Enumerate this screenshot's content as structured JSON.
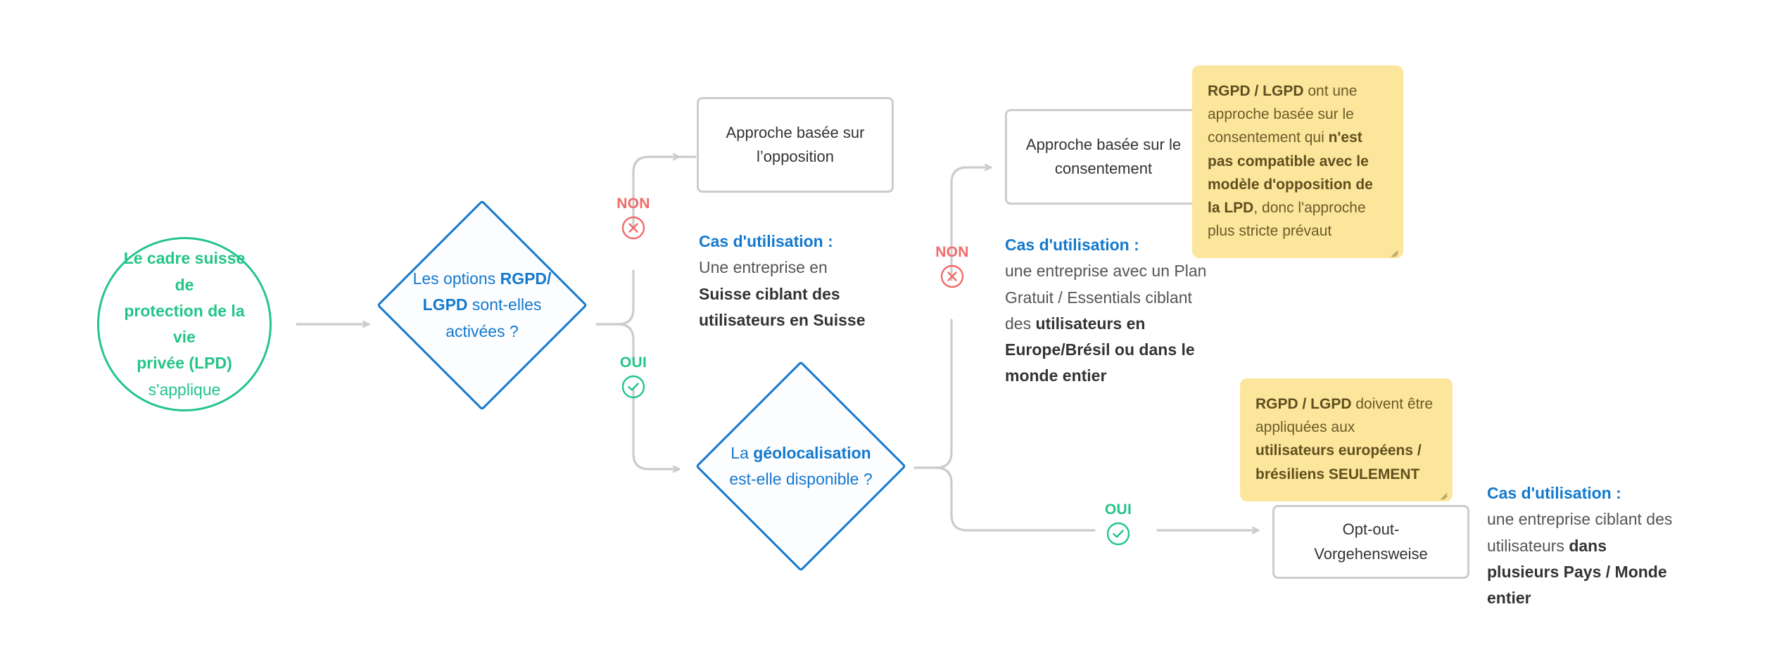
{
  "diagram": {
    "title": "Le cadre suisse de protection de la vie privee (LPD) s'applique",
    "colors": {
      "green": "#23C589",
      "blue": "#1379CE",
      "red": "#F26A6A",
      "note_yellow": "#FCE69B",
      "connector_gray": "#CCCCCC",
      "body_text": "#555555"
    }
  },
  "start": {
    "line1": "Le cadre suisse de",
    "line2": "protection de la vie",
    "line3": "privée (LPD)",
    "line4": "s'applique"
  },
  "decisions": {
    "options": {
      "text_plain_1": "Les options ",
      "text_bold_1": "RGPD/",
      "text_bold_2": "LGPD",
      "text_plain_2": " sont-elles",
      "text_plain_3": "activées ?"
    },
    "geolocation": {
      "text_plain_1": "La ",
      "text_bold_1": "géolocalisation",
      "text_plain_2": "est-elle disponible ?"
    }
  },
  "boxes": {
    "opposition": {
      "line1": "Approche basée sur",
      "line2": "l’opposition"
    },
    "consent": {
      "line1": "Approche basée sur le",
      "line2": "consentement"
    },
    "optout": {
      "line1": "Opt-out-",
      "line2": "Vorgehensweise"
    }
  },
  "branches": {
    "no_1": {
      "label": "NON",
      "icon": "x-circle-icon"
    },
    "yes_1": {
      "label": "OUI",
      "icon": "check-circle-icon"
    },
    "no_2": {
      "label": "NON",
      "icon": "x-circle-icon"
    },
    "yes_2": {
      "label": "OUI",
      "icon": "check-circle-icon"
    }
  },
  "usecases": {
    "opposition": {
      "heading": "Cas d'utilisation :",
      "plain_1": "Une entreprise en ",
      "bold_1": "Suisse ciblant des utilisateurs en Suisse"
    },
    "consent": {
      "heading": "Cas d'utilisation :",
      "plain_1": "une entreprise avec un Plan Gratuit / Essentials ciblant des ",
      "bold_1": "utilisateurs en Europe/Brésil ou dans le monde entier"
    },
    "optout": {
      "heading": "Cas d'utilisation :",
      "plain_1": "une entreprise ciblant des utilisateurs ",
      "bold_1": "dans plusieurs Pays / Monde entier"
    }
  },
  "notes": {
    "consent": {
      "bold_1": "RGPD / LGPD",
      "plain_1": " ont une approche basée sur le consentement qui ",
      "bold_2": "n'est pas compatible avec le modèle d'opposition de la LPD",
      "plain_2": ", donc l'approche plus stricte prévaut"
    },
    "optout": {
      "bold_1": "RGPD / LGPD",
      "plain_1": " doivent être appliquées aux ",
      "bold_2": "utilisateurs européens / brésiliens SEULEMENT"
    }
  }
}
